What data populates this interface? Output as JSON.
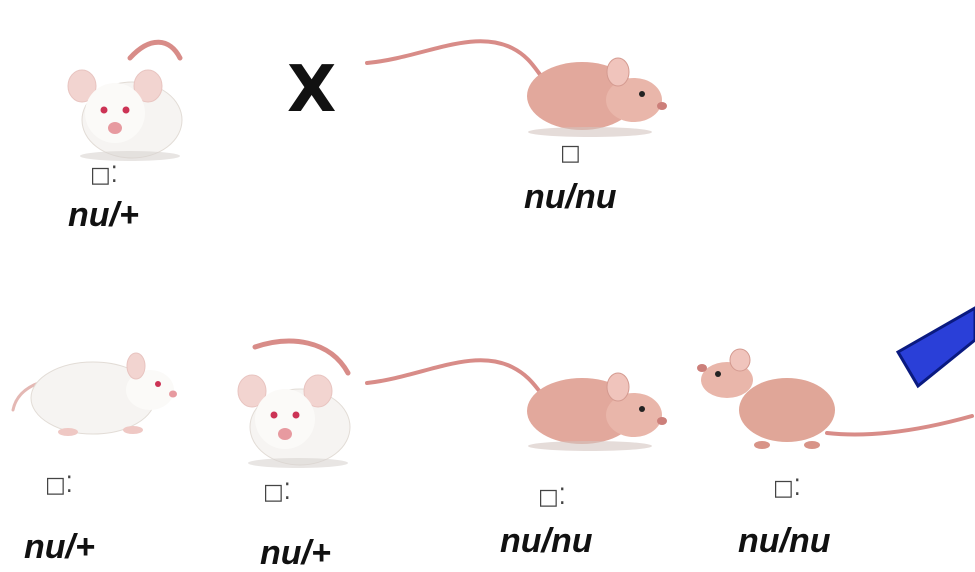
{
  "cross_symbol": "X",
  "colors": {
    "albino_body": "#f6f4f2",
    "nude_body": "#e2a89c",
    "tail": "#d88c88",
    "arrow_fill": "#2a3fd8",
    "arrow_stroke": "#0a1a80",
    "label_text": "#111111"
  },
  "parents": [
    {
      "genotype": "nu/+",
      "sex_glyph": "□⁚"
    },
    {
      "genotype": "nu/nu",
      "sex_glyph": "□"
    }
  ],
  "offspring": [
    {
      "genotype": "nu/+",
      "sex_glyph": "□⁚"
    },
    {
      "genotype": "nu/+",
      "sex_glyph": "□⁚"
    },
    {
      "genotype": "nu/nu",
      "sex_glyph": "□⁚"
    },
    {
      "genotype": "nu/nu",
      "sex_glyph": "□⁚"
    }
  ]
}
